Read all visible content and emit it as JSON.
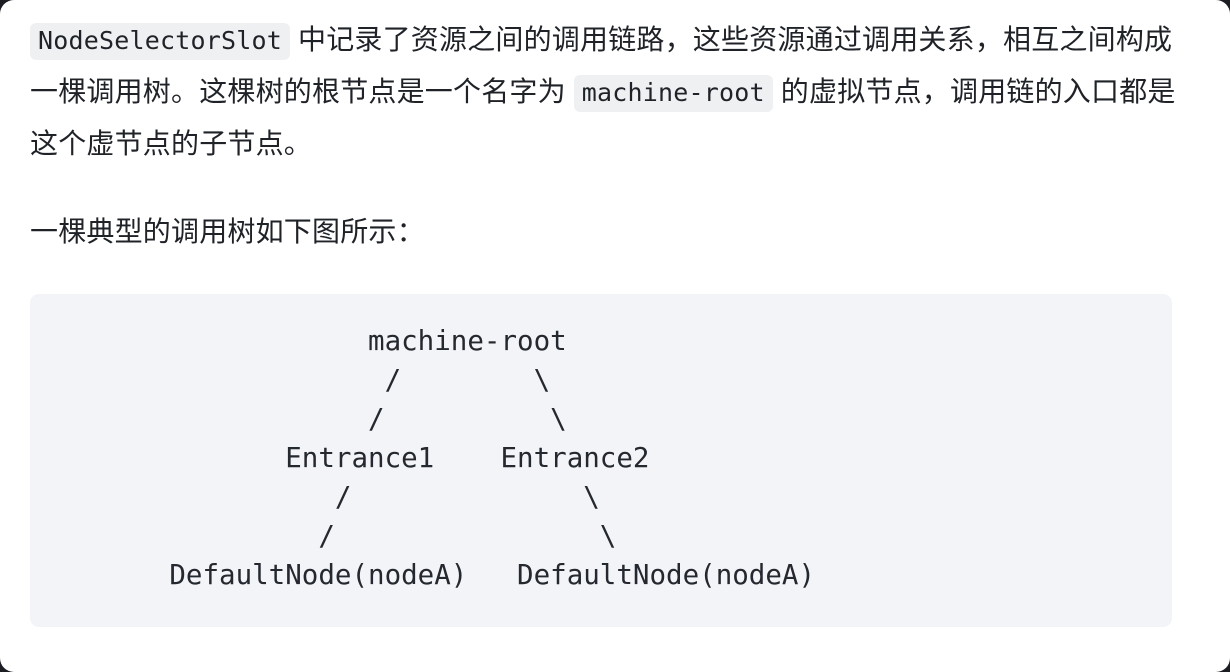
{
  "document": {
    "paragraphs": [
      {
        "id": "intro",
        "parts": [
          {
            "type": "code",
            "text": "NodeSelectorSlot"
          },
          {
            "type": "text",
            "text": " 中记录了资源之间的调用链路，这些资源通过调用关系，相互之间构成一棵调用树。这棵树的根节点是一个名字为 "
          },
          {
            "type": "code",
            "text": "machine-root"
          },
          {
            "type": "text",
            "text": " 的虚拟节点，调用链的入口都是这个虚节点的子节点。"
          }
        ]
      },
      {
        "id": "caption",
        "text": "一棵典型的调用树如下图所示："
      }
    ],
    "code_block": {
      "language": "plaintext",
      "nodes": {
        "root": "machine-root",
        "entrance_left": "Entrance1",
        "entrance_right": "Entrance2",
        "leaf_left": "DefaultNode(nodeA)",
        "leaf_right": "DefaultNode(nodeA)"
      },
      "lines": [
        "                  machine-root",
        "                   /        \\",
        "                  /          \\",
        "             Entrance1    Entrance2",
        "                /              \\",
        "               /                \\",
        "      DefaultNode(nodeA)   DefaultNode(nodeA)"
      ],
      "text": "                  machine-root\n                   /        \\\n                  /          \\\n             Entrance1    Entrance2\n                /              \\\n               /                \\\n      DefaultNode(nodeA)   DefaultNode(nodeA)"
    },
    "colors": {
      "page_background": "#ffffff",
      "outer_background": "#1b1d23",
      "text": "#1f2328",
      "inline_code_background": "#eff0f2",
      "code_block_background": "#f3f4f8",
      "code_text": "#24292f"
    }
  }
}
